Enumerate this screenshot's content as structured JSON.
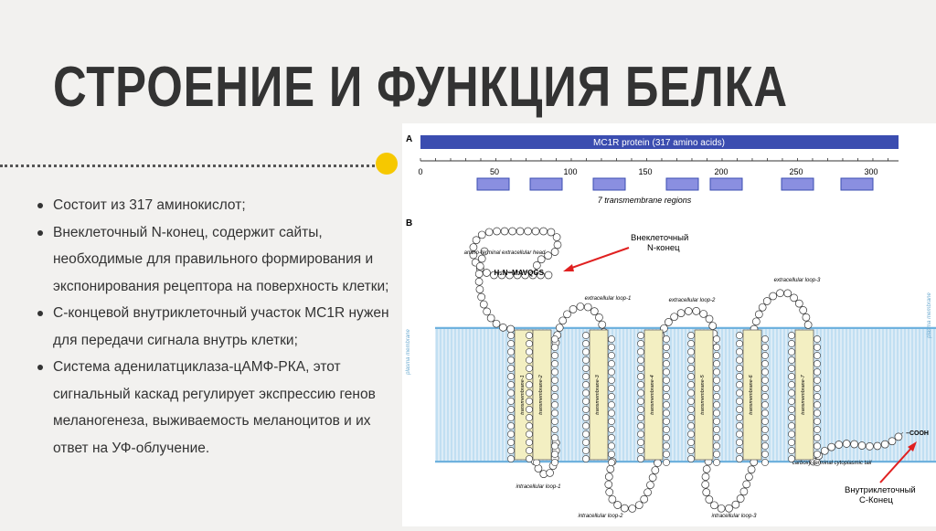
{
  "slide": {
    "title": "СТРОЕНИЕ И ФУНКЦИЯ БЕЛКА",
    "bullets": [
      "Состоит из 317 аминокислот;",
      "Внеклеточный N-конец, содержит сайты, необходимые для правильного формирования и экспонирования рецептора на поверхность клетки;",
      "С-концевой внутриклеточный участок MC1R нужен для передачи сигнала внутрь клетки;",
      "Система аденилатциклаза-цАМФ-РКА, этот сигнальный каскад регулирует экспрессию генов меланогенеза, выживаемость меланоцитов и их ответ на УФ-облучение."
    ]
  },
  "figure": {
    "panel_a_label": "A",
    "panel_b_label": "B",
    "bar_label": "MC1R protein (317 amino acids)",
    "scale_ticks": [
      "0",
      "50",
      "100",
      "150",
      "200",
      "250",
      "300"
    ],
    "tm_regions_label": "7 transmembrane regions",
    "n_term_annotation": "Внеклеточный\nN-конец",
    "c_term_annotation": "Внутриклеточный\nC-Конец",
    "amino_terminal_label": "amino-terminal extracellular head",
    "n_term_sequence": "H₂N–MAVQGS",
    "cooh_label": "–COOH",
    "plasma_membrane": "plasma membrane",
    "carboxy_label": "carboxy-terminal cytoplasmic tail",
    "loop_labels": {
      "ext1": "extracellular loop-1",
      "ext2": "extracellular loop-2",
      "ext3": "extracellular loop-3",
      "int1": "intracellular loop-1",
      "int2": "intracellular loop-2",
      "int3": "intracellular loop-3"
    },
    "tm_labels": [
      "transmembrane-1",
      "transmembrane-2",
      "transmembrane-3",
      "transmembrane-4",
      "transmembrane-5",
      "transmembrane-6",
      "transmembrane-7"
    ],
    "colors": {
      "bar": "#3b4db0",
      "tm_box": "#8a8fe0",
      "membrane": "#8fc8ea",
      "helix": "#f3efc2",
      "arrow": "#e02020",
      "accent_dot": "#f6c800"
    }
  }
}
